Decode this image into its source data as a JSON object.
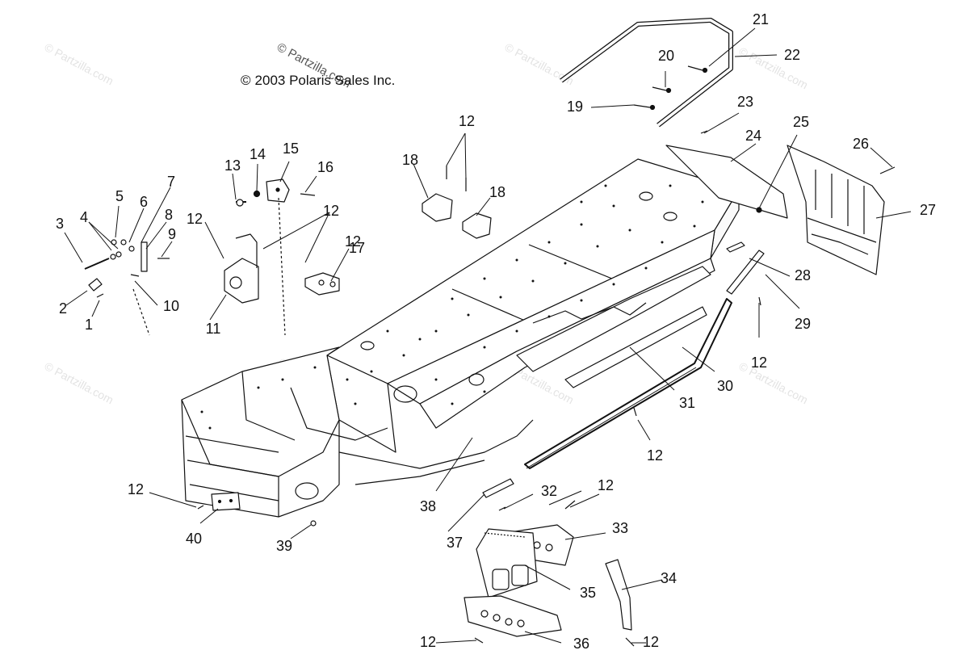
{
  "copyright": {
    "symbol": "©",
    "text": "2003 Polaris Sales Inc."
  },
  "watermark": {
    "text": "© Partzilla.com"
  },
  "callouts": [
    {
      "num": "1"
    },
    {
      "num": "2"
    },
    {
      "num": "3"
    },
    {
      "num": "4"
    },
    {
      "num": "5"
    },
    {
      "num": "6"
    },
    {
      "num": "7"
    },
    {
      "num": "8"
    },
    {
      "num": "9"
    },
    {
      "num": "10"
    },
    {
      "num": "11"
    },
    {
      "num": "12"
    },
    {
      "num": "12"
    },
    {
      "num": "12"
    },
    {
      "num": "12"
    },
    {
      "num": "12"
    },
    {
      "num": "12"
    },
    {
      "num": "12"
    },
    {
      "num": "12"
    },
    {
      "num": "12"
    },
    {
      "num": "12"
    },
    {
      "num": "13"
    },
    {
      "num": "14"
    },
    {
      "num": "15"
    },
    {
      "num": "16"
    },
    {
      "num": "17"
    },
    {
      "num": "18"
    },
    {
      "num": "18"
    },
    {
      "num": "19"
    },
    {
      "num": "20"
    },
    {
      "num": "21"
    },
    {
      "num": "22"
    },
    {
      "num": "23"
    },
    {
      "num": "24"
    },
    {
      "num": "25"
    },
    {
      "num": "26"
    },
    {
      "num": "27"
    },
    {
      "num": "28"
    },
    {
      "num": "29"
    },
    {
      "num": "30"
    },
    {
      "num": "31"
    },
    {
      "num": "32"
    },
    {
      "num": "33"
    },
    {
      "num": "34"
    },
    {
      "num": "35"
    },
    {
      "num": "36"
    },
    {
      "num": "37"
    },
    {
      "num": "38"
    },
    {
      "num": "39"
    },
    {
      "num": "40"
    }
  ]
}
